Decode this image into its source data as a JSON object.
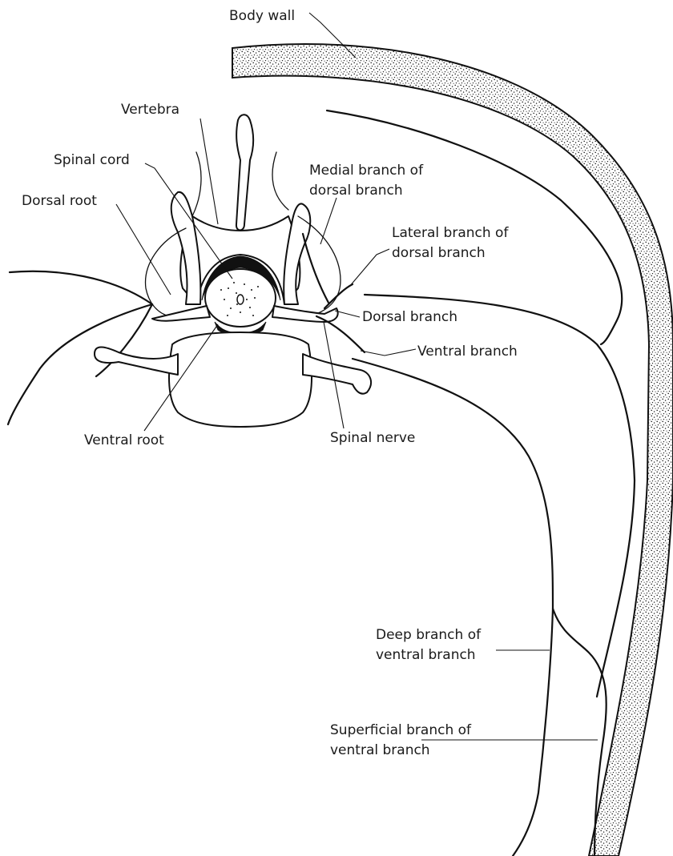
{
  "labels": {
    "body_wall": "Body wall",
    "vertebra": "Vertebra",
    "spinal_cord": "Spinal cord",
    "dorsal_root": "Dorsal root",
    "medial_branch_line1": "Medial branch of",
    "medial_branch_line2": "dorsal branch",
    "lateral_branch_line1": "Lateral branch of",
    "lateral_branch_line2": "dorsal branch",
    "dorsal_branch": "Dorsal branch",
    "ventral_branch": "Ventral branch",
    "ventral_root": "Ventral root",
    "spinal_nerve": "Spinal nerve",
    "deep_branch_line1": "Deep branch of",
    "deep_branch_line2": "ventral branch",
    "superficial_branch_line1": "Superficial branch of",
    "superficial_branch_line2": "ventral branch"
  }
}
